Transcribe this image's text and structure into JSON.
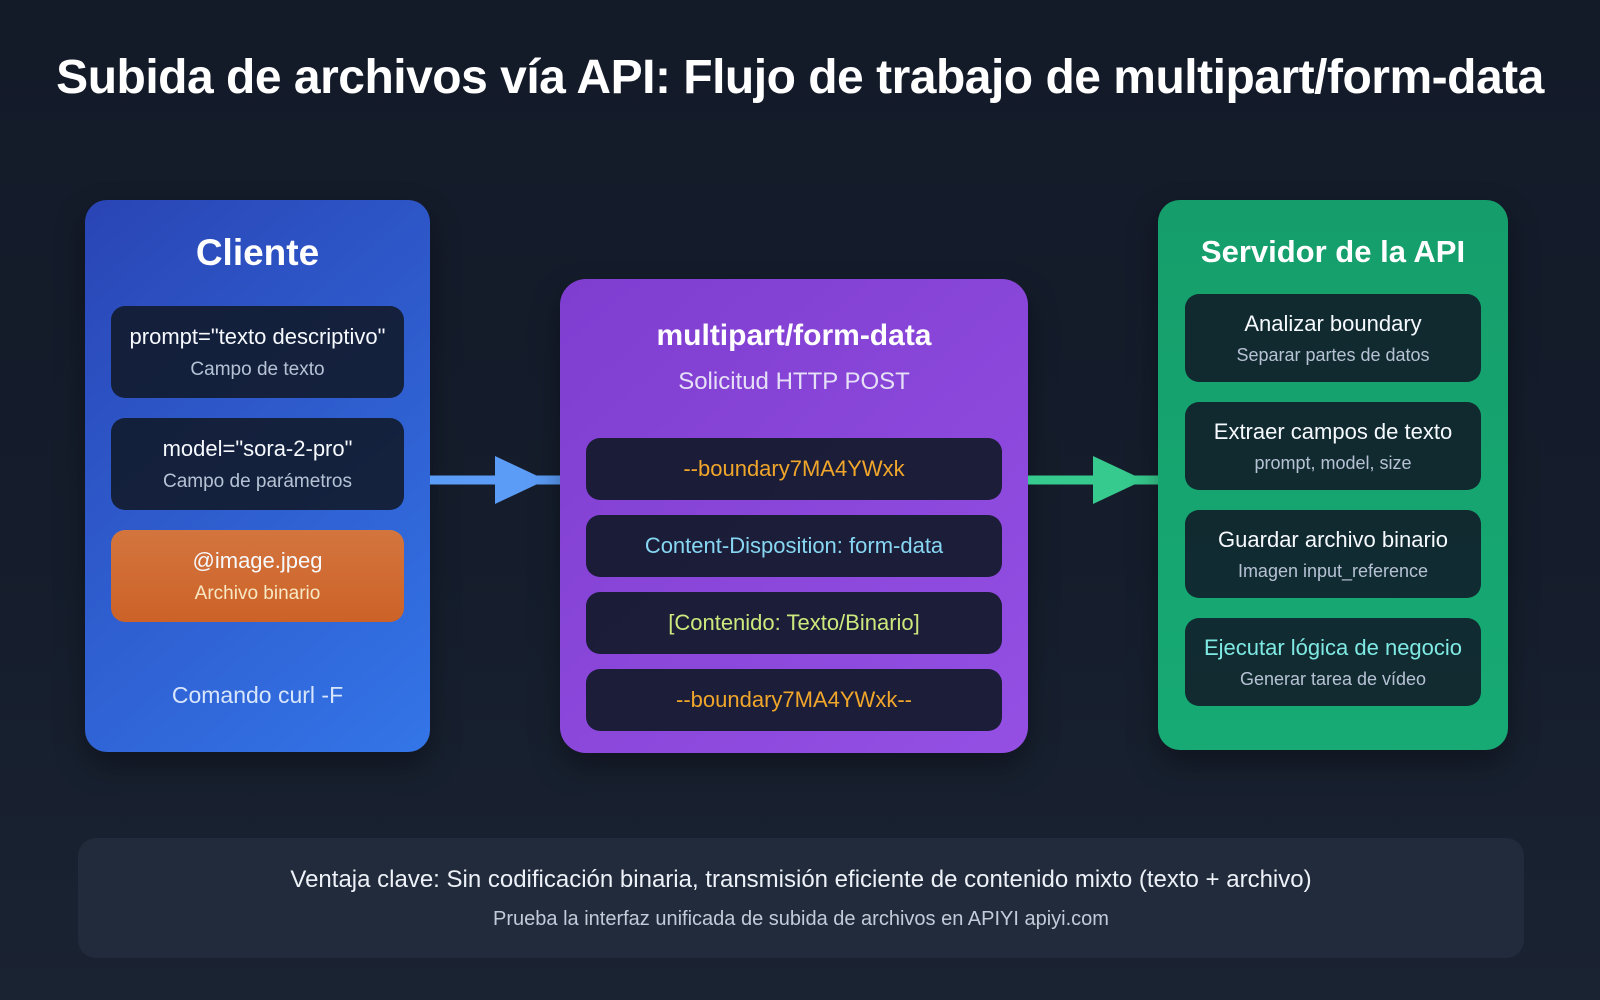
{
  "title": "Subida de archivos vía API: Flujo de trabajo de multipart/form-data",
  "panels": {
    "client": {
      "title": "Cliente",
      "cards": [
        {
          "main": "prompt=\"texto descriptivo\"",
          "sub": "Campo de texto"
        },
        {
          "main": "model=\"sora-2-pro\"",
          "sub": "Campo de parámetros"
        },
        {
          "main": "@image.jpeg",
          "sub": "Archivo binario"
        }
      ],
      "footer": "Comando curl -F"
    },
    "request": {
      "title": "multipart/form-data",
      "subtitle": "Solicitud HTTP POST",
      "lines": [
        {
          "text": "--boundary7MA4YWxk",
          "color": "#f0a62a"
        },
        {
          "text": "Content-Disposition: form-data",
          "color": "#87d7f3"
        },
        {
          "text": "[Contenido: Texto/Binario]",
          "color": "#cde87d"
        },
        {
          "text": "--boundary7MA4YWxk--",
          "color": "#f0a62a"
        }
      ]
    },
    "server": {
      "title": "Servidor de la API",
      "cards": [
        {
          "main": "Analizar boundary",
          "sub": "Separar partes de datos"
        },
        {
          "main": "Extraer campos de texto",
          "sub": "prompt, model, size"
        },
        {
          "main": "Guardar archivo binario",
          "sub": "Imagen input_reference"
        },
        {
          "main": "Ejecutar lógica de negocio",
          "sub": "Generar tarea de vídeo",
          "main_color": "#7fe9e4"
        }
      ]
    }
  },
  "footer": {
    "line1": "Ventaja clave: Sin codificación binaria, transmisión eficiente de contenido mixto (texto + archivo)",
    "line2": "Prueba la interfaz unificada de subida de archivos en APIYI apiyi.com"
  },
  "colors": {
    "background": "#151d2c",
    "client_panel_gradient": [
      "#2a45b5",
      "#3375e8"
    ],
    "request_panel_gradient": [
      "#7f3ed0",
      "#944fe3"
    ],
    "server_panel_gradient": [
      "#159e6b",
      "#17aa74"
    ],
    "binary_card_gradient": [
      "#d3753e",
      "#cc6228"
    ],
    "dark_card": "#141c2b",
    "arrow_blue": "#5b9cf6",
    "arrow_green": "#36ca8e",
    "amber_text": "#f0a62a",
    "cyan_text": "#87d7f3",
    "lime_text": "#cde87d",
    "teal_text": "#7fe9e4"
  }
}
